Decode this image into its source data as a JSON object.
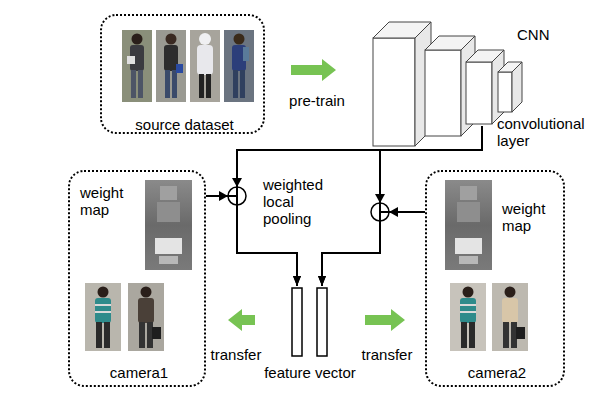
{
  "diagram": {
    "nodes": [
      {
        "text": [
          "source dataset"
        ]
      },
      {
        "text": [
          "CNN"
        ]
      },
      {
        "text": [
          "weight map",
          "camera1"
        ]
      },
      {
        "text": [
          "weight map",
          "camera2"
        ]
      },
      {
        "text": [
          "feature vector"
        ]
      }
    ],
    "edges": [
      {
        "from": 0,
        "to": 1,
        "arrow": "to",
        "label": "pre-train"
      },
      {
        "from": 1,
        "to": 4,
        "arrow": "to"
      },
      {
        "from": 1,
        "to": 4,
        "arrow": "to"
      },
      {
        "from": 2,
        "to": 4,
        "arrow": "to"
      },
      {
        "from": 3,
        "to": 4,
        "arrow": "to"
      },
      {
        "from": 4,
        "to": 2,
        "arrow": "to",
        "label": "transfer"
      },
      {
        "from": 4,
        "to": 3,
        "arrow": "to",
        "label": "transfer"
      }
    ],
    "labels": [
      "convolutional layer",
      "weighted local pooling"
    ]
  }
}
